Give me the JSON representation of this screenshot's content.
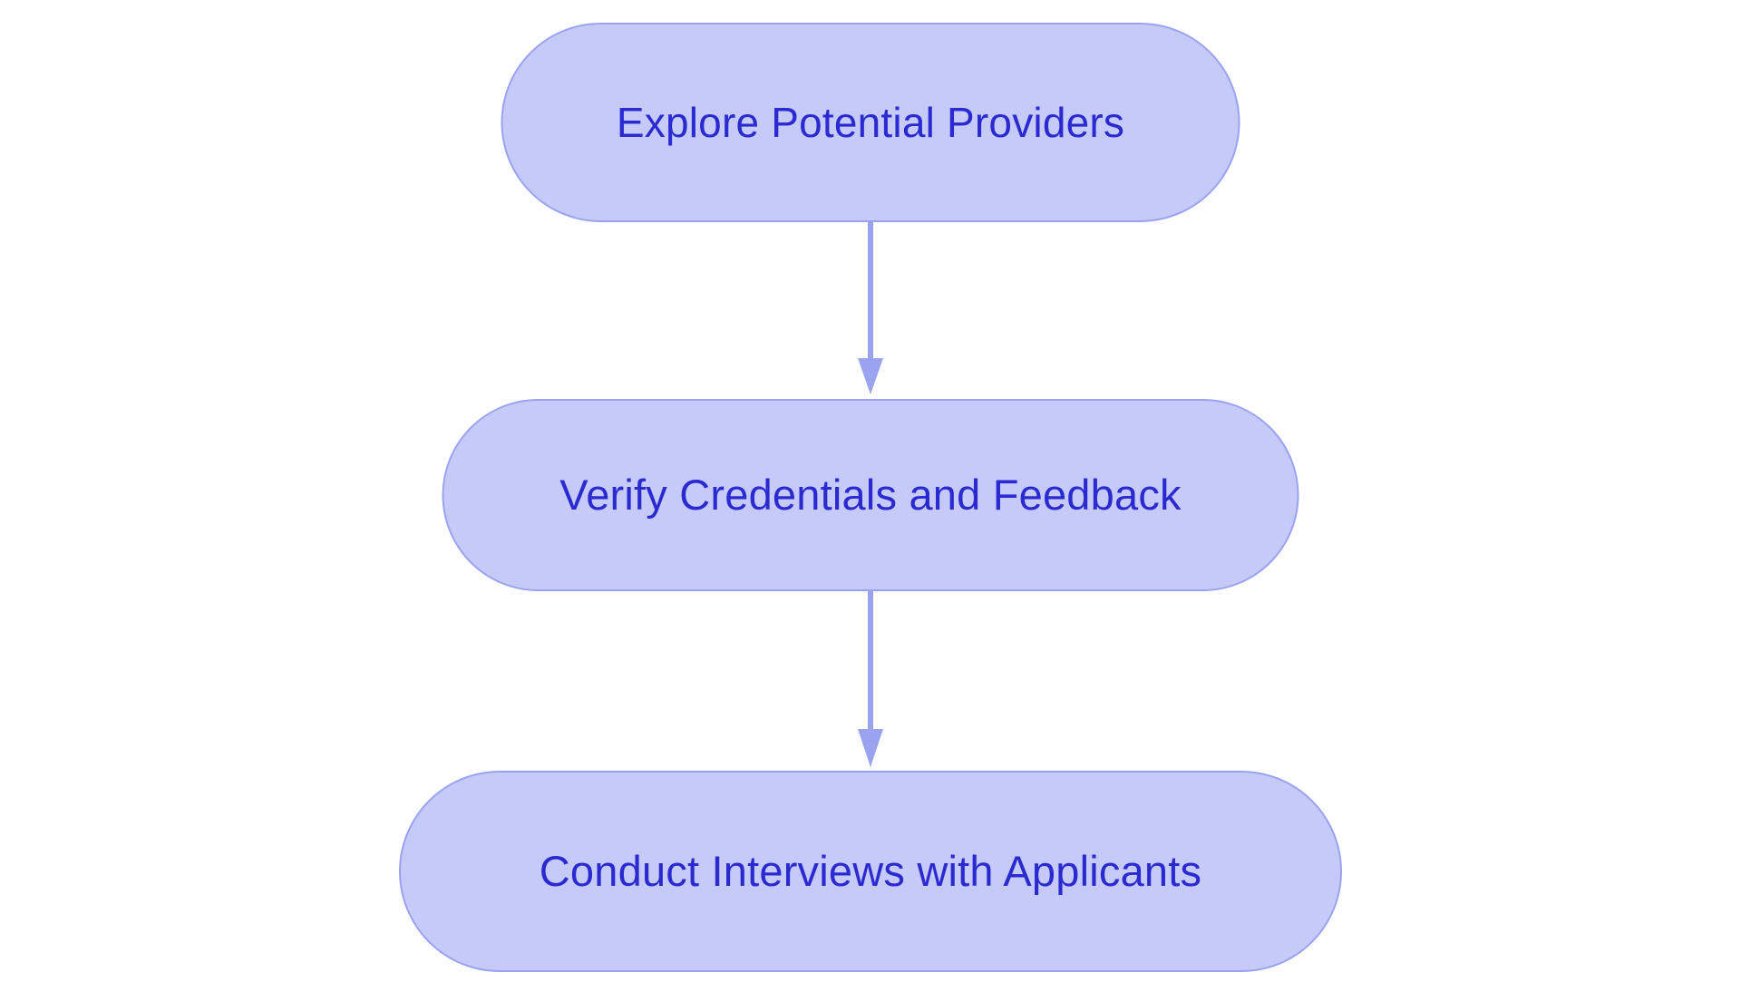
{
  "chart_data": {
    "type": "diagram",
    "diagram_type": "flowchart",
    "orientation": "top-to-bottom",
    "title": "",
    "nodes": [
      {
        "id": "n0",
        "label": "Explore Potential Providers",
        "shape": "stadium"
      },
      {
        "id": "n1",
        "label": "Verify Credentials and Feedback",
        "shape": "stadium"
      },
      {
        "id": "n2",
        "label": "Conduct Interviews with Applicants",
        "shape": "stadium"
      }
    ],
    "edges": [
      {
        "from": "n0",
        "to": "n1",
        "label": "",
        "arrow": "down-arrow"
      },
      {
        "from": "n1",
        "to": "n2",
        "label": "",
        "arrow": "down-arrow"
      }
    ],
    "colors": {
      "node_fill": "#c5caf9",
      "node_border": "#9aa3f0",
      "node_text": "#2a2ad0",
      "edge": "#9aa3f0",
      "background": "#ffffff"
    }
  },
  "diagram": {
    "background": "#ffffff",
    "nodes": [
      {
        "label": "Explore Potential Providers"
      },
      {
        "label": "Verify Credentials and Feedback"
      },
      {
        "label": "Conduct Interviews with Applicants"
      }
    ],
    "edges": [
      {
        "icon": "down-arrow-icon"
      },
      {
        "icon": "down-arrow-icon"
      }
    ]
  }
}
